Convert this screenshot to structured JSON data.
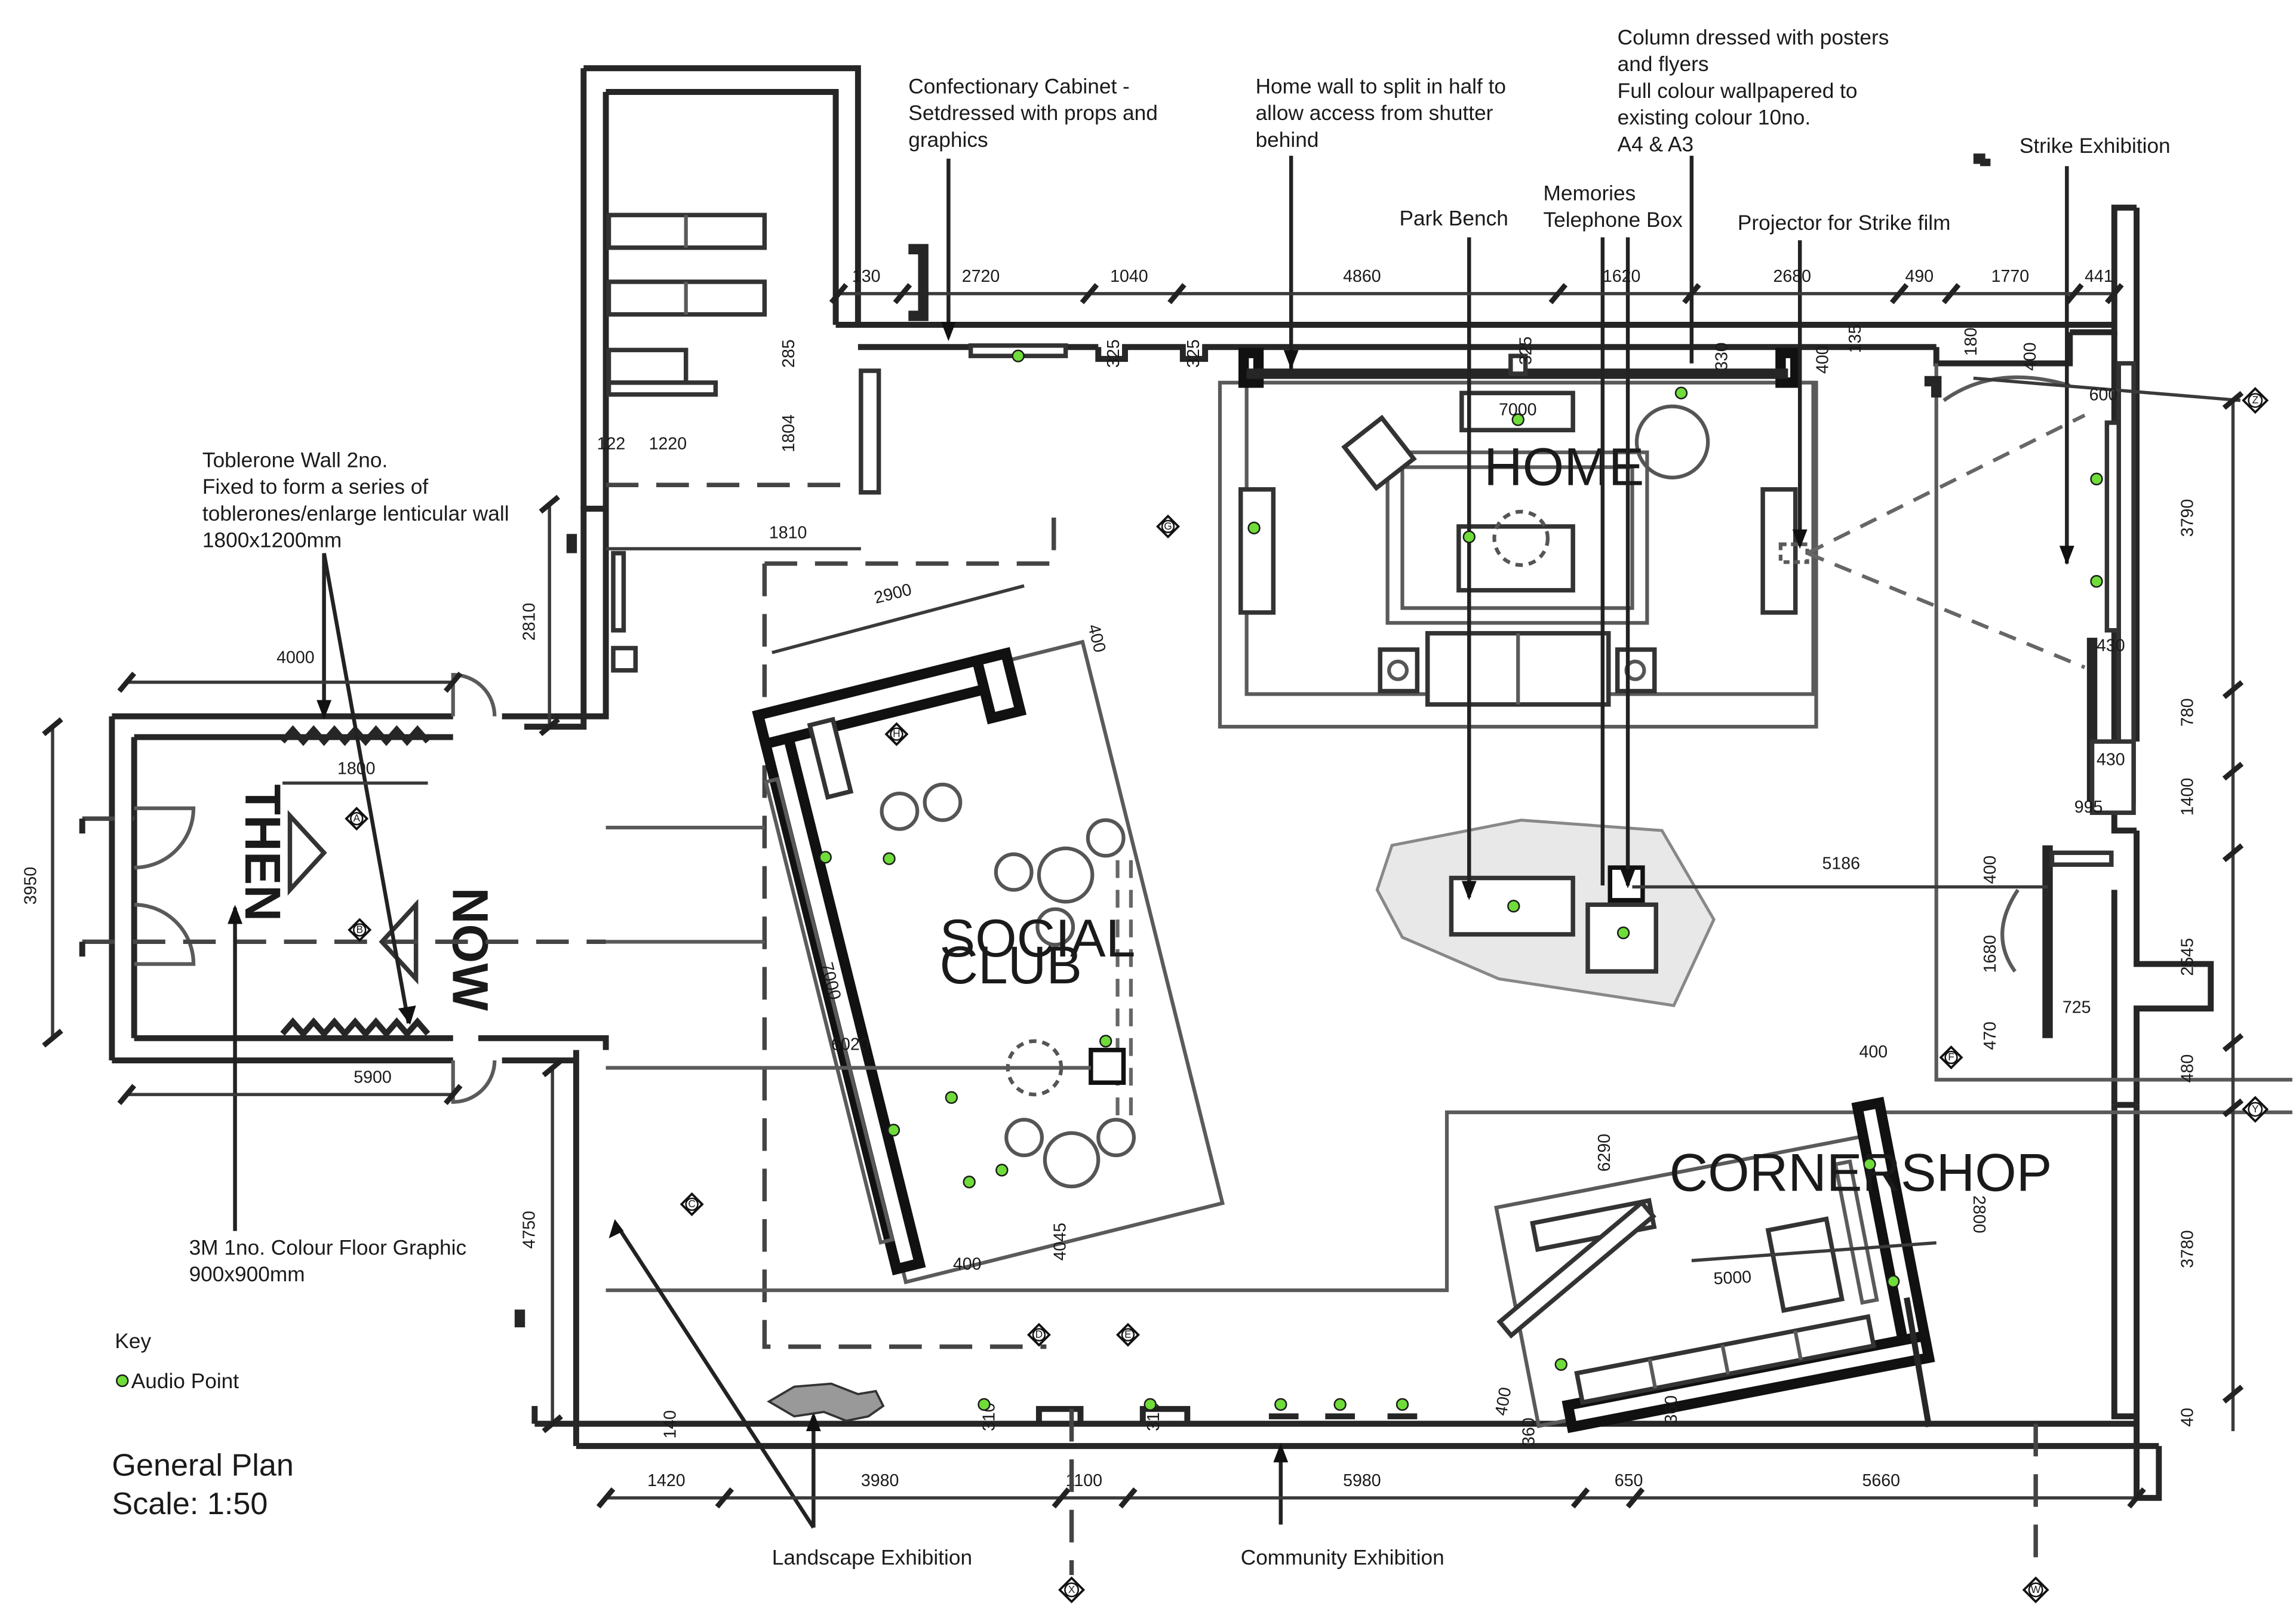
{
  "title": {
    "line1": "General Plan",
    "line2": "Scale: 1:50"
  },
  "key": {
    "heading": "Key",
    "item": "Audio Point",
    "audio_color": "#6fdc3a"
  },
  "rooms": {
    "home": "HOME",
    "social_club_1": "SOCIAL",
    "social_club_2": "CLUB",
    "cornershop": "CORNERSHOP",
    "then": "THEN",
    "now": "NOW"
  },
  "notes": {
    "confectionary": [
      "Confectionary Cabinet -",
      "Setdressed with props and",
      "graphics"
    ],
    "home_wall": [
      "Home wall to split in half to",
      "allow access from shutter",
      "behind"
    ],
    "column": [
      "Column dressed with posters",
      "and flyers",
      "Full colour wallpapered to",
      "existing colour 10no.",
      "A4 & A3"
    ],
    "strike": "Strike Exhibition",
    "park_bench": "Park Bench",
    "memories": [
      "Memories",
      "Telephone Box"
    ],
    "projector": "Projector for Strike film",
    "toblerone": [
      "Toblerone Wall 2no.",
      "Fixed to form a series of",
      "toblerones/enlarge lenticular wall",
      "1800x1200mm"
    ],
    "floor_graphic": [
      "3M 1no. Colour Floor Graphic",
      "900x900mm"
    ],
    "landscape": "Landscape Exhibition",
    "community": "Community Exhibition"
  },
  "dims": {
    "top": [
      "130",
      "2720",
      "1040",
      "4860",
      "1620",
      "2680",
      "490",
      "1770",
      "441"
    ],
    "bottom": [
      "1420",
      "3980",
      "1100",
      "5980",
      "650",
      "5660"
    ],
    "right": [
      "3790",
      "780",
      "1400",
      "2545",
      "480",
      "3780",
      "40"
    ],
    "misc": {
      "d285": "285",
      "d1804": "1804",
      "d122": "122",
      "d1220": "1220",
      "d1810": "1810",
      "d2810": "2810",
      "d4000": "4000",
      "d1800": "1800",
      "d3950": "3950",
      "d5900": "5900",
      "d4750": "4750",
      "d2900": "2900",
      "d400a": "400",
      "d7000a": "7000",
      "d6020": "6020",
      "d400b": "400",
      "d4045": "4045",
      "d325a": "325",
      "d325b": "325",
      "d325c": "325",
      "d330": "330",
      "d400c": "400",
      "d135": "135",
      "d180": "180",
      "d400d": "400",
      "d600": "600",
      "d7000b": "7000",
      "d430a": "430",
      "d430b": "430",
      "d995": "995",
      "d5186": "5186",
      "d400e": "400",
      "d1680": "1680",
      "d470": "470",
      "d725": "725",
      "d400f": "400",
      "d6290": "6290",
      "d2800": "2800",
      "d5000": "5000",
      "d400g": "400",
      "d360a": "360",
      "d360b": "360",
      "d140": "140",
      "d310a": "310",
      "d310b": "310"
    }
  },
  "grid_markers": [
    "A",
    "B",
    "C",
    "D",
    "E",
    "F",
    "G",
    "H",
    "X",
    "W",
    "Y",
    "Z"
  ]
}
